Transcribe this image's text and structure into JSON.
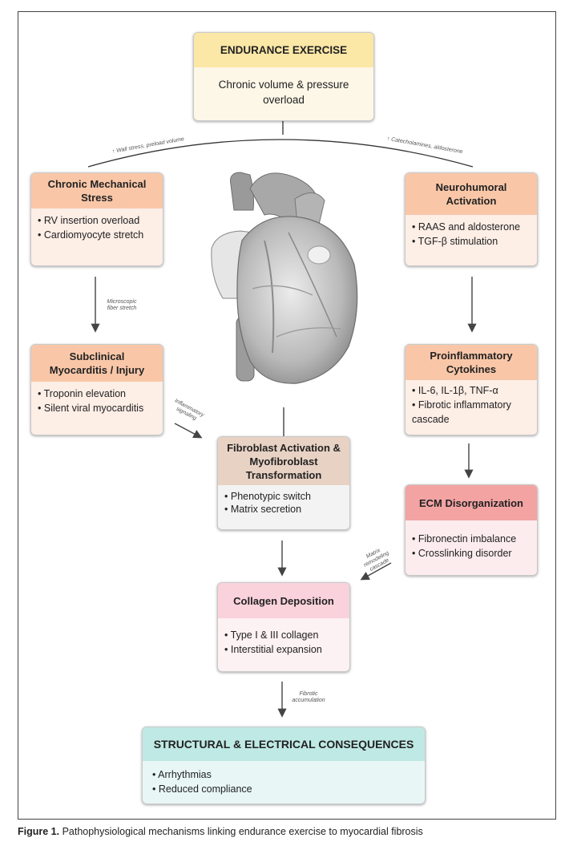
{
  "boxes": {
    "exercise": {
      "title": "ENDURANCE EXERCISE",
      "lines": [
        "Chronic volume & pressure overload"
      ]
    },
    "mechanical": {
      "title": "Chronic Mechanical Stress",
      "items": [
        "RV insertion overload",
        "Cardiomyocyte stretch"
      ]
    },
    "neurohumoral": {
      "title": "Neurohumoral Activation",
      "items": [
        "RAAS and aldosterone",
        "TGF-β stimulation"
      ]
    },
    "myocarditis": {
      "title": "Subclinical Myocarditis / Injury",
      "items": [
        "Troponin elevation",
        "Silent viral myocarditis"
      ]
    },
    "cytokines": {
      "title": "Proinflammatory Cytokines",
      "items": [
        "IL-6, IL-1β, TNF-α",
        "Fibrotic inflammatory",
        "cascade"
      ]
    },
    "fibroblast": {
      "title": "Fibroblast Activation & Myofibroblast Transformation",
      "items": [
        "Phenotypic switch",
        "Matrix secretion"
      ]
    },
    "ecm": {
      "title": "ECM Disorganization",
      "items": [
        "Fibronectin imbalance",
        "Crosslinking disorder"
      ]
    },
    "collagen": {
      "title": "Collagen Deposition",
      "items": [
        "Type I & III collagen",
        "Interstitial expansion"
      ]
    },
    "consequences": {
      "title": "STRUCTURAL & ELECTRICAL CONSEQUENCES",
      "items": [
        "Arrhythmias",
        "Reduced compliance"
      ]
    }
  },
  "edge_labels": {
    "left_curve": "↑ Wall stress, preload volume",
    "right_curve": "↑ Catecholamines, aldosterone",
    "microscopic": "Microscopic fiber stretch",
    "inflammatory": "Inflammatory signaling",
    "matrix": "Matrix remodeling cascade",
    "fibrotic": "Fibrotic accumulation"
  },
  "caption": {
    "label": "Figure 1.",
    "text": " Pathophysiological mechanisms linking endurance exercise to myocardial fibrosis"
  },
  "colors": {
    "yellow_header": "#fbe7a6",
    "yellow_body": "#fdf7e8",
    "peach_header": "#f9c7a8",
    "peach_body": "#fdeee6",
    "tan_header": "#e8d2c4",
    "gray_body": "#f3f3f3",
    "red_header": "#f4a3a3",
    "pink_body": "#fcecee",
    "pink_header": "#f9d2dc",
    "teal_header": "#bfe9e4",
    "teal_body": "#e8f7f6"
  },
  "icons": [
    "heart-illustration"
  ]
}
